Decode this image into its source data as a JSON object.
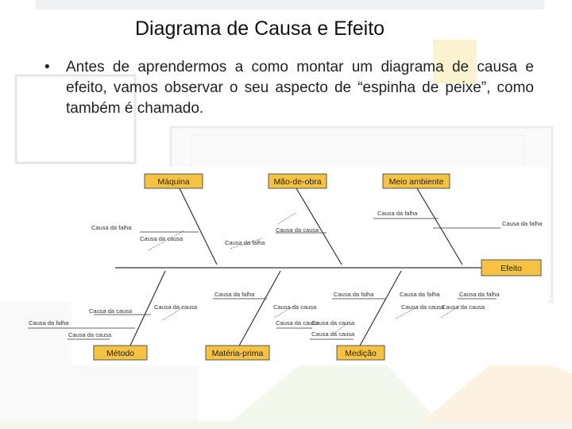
{
  "slide": {
    "title": "Diagrama de Causa e Efeito",
    "bullet": "Antes de aprendermos a como montar um diagrama de causa e efeito, vamos observar o seu aspecto de “espinha de peixe”, como também é chamado."
  },
  "diagram": {
    "categories": {
      "maquina": "Máquina",
      "mao_de_obra": "Mão-de-obra",
      "meio_ambiente": "Meio ambiente",
      "metodo": "Método",
      "materia_prima": "Matéria-prima",
      "medicao": "Medição"
    },
    "effect": "Efeito",
    "labels": {
      "causa_falha_1": "Causa da falha",
      "causa_causa_1": "Causa da causa",
      "causa_causa_2": "Causa da causa",
      "causa_falha_2": "Causa da falha",
      "causa_falha_3": "Causa da falha",
      "causa_falha_4": "Causa da falha",
      "causa_falha_5": "Causa da falha",
      "causa_causa_3": "Causa da causa",
      "causa_causa_4": "Causa da causa",
      "causa_falha_6": "Causa da falha",
      "causa_causa_5": "Causa da causa",
      "causa_causa_6": "Causa da causa",
      "causa_causa_7": "Causa da causa",
      "causa_falha_7": "Causa da falha",
      "causa_causa_8": "Causa da causa",
      "causa_falha_8": "Causa da falha",
      "causa_causa_9": "Causa da causa",
      "causa_falha_9": "Causa da falha",
      "causa_causa_10": "Causa da causa",
      "causa_causa_11": "Causa da causa"
    }
  },
  "colors": {
    "box_fill": "#f5c242",
    "box_stroke": "#555555",
    "line": "#333333"
  }
}
